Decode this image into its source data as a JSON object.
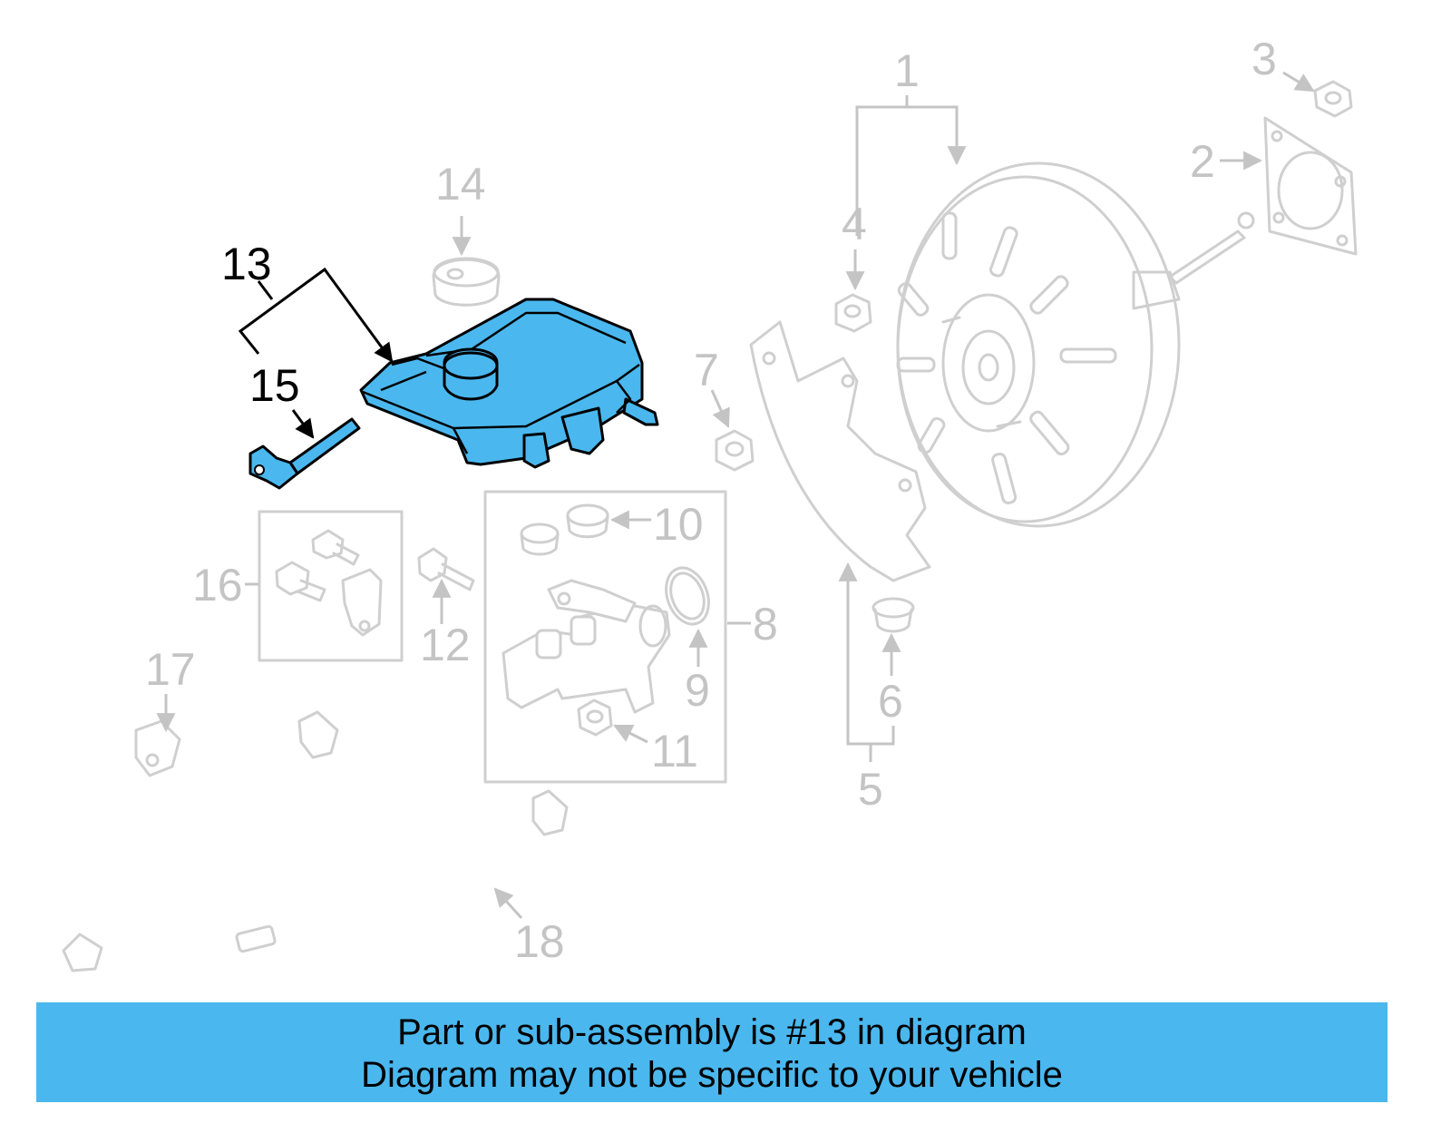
{
  "callouts": {
    "c1": "1",
    "c2": "2",
    "c3": "3",
    "c4": "4",
    "c5": "5",
    "c6": "6",
    "c7": "7",
    "c8": "8",
    "c9": "9",
    "c10": "10",
    "c11": "11",
    "c12": "12",
    "c13": "13",
    "c14": "14",
    "c15": "15",
    "c16": "16",
    "c17": "17",
    "c18": "18"
  },
  "highlighted_callout": "13",
  "colors": {
    "highlight": "#4ab8ef",
    "ghost": "#cfcfcf",
    "label_inactive": "#c4c4c4"
  },
  "banner": {
    "line1": "Part or sub-assembly is #13 in diagram",
    "line2": "Diagram may not be specific to your vehicle"
  }
}
